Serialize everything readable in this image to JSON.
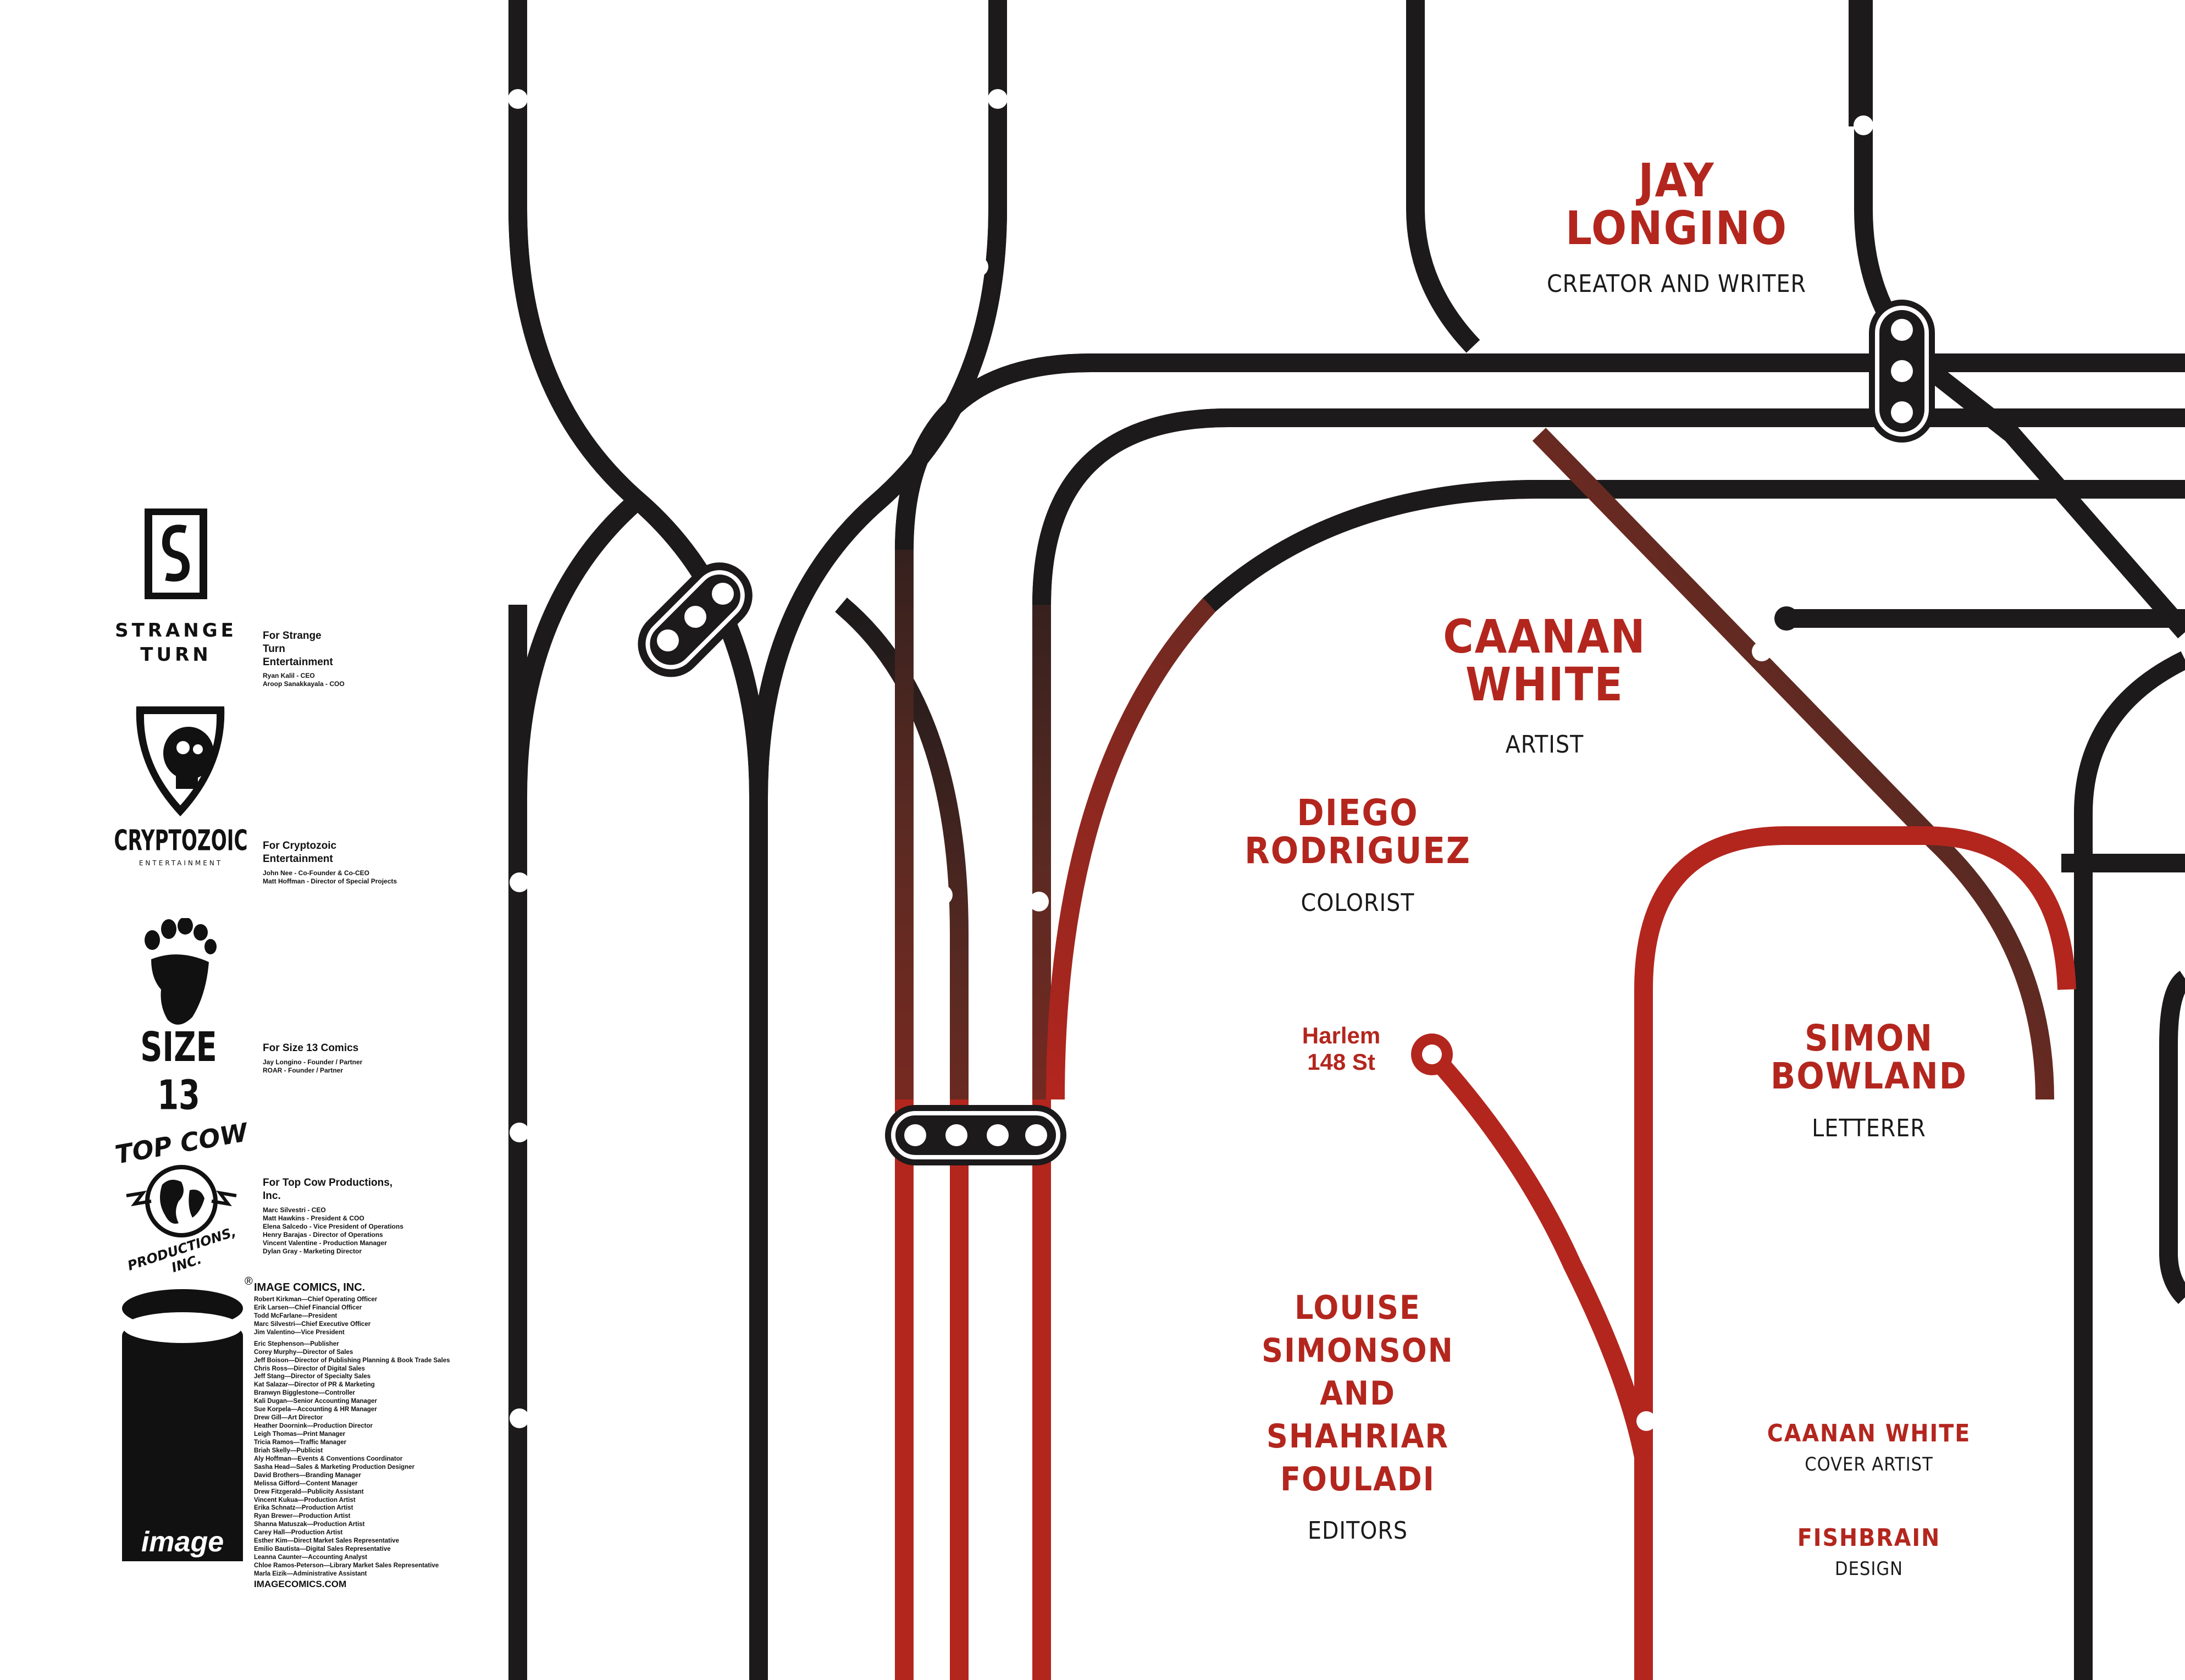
{
  "credits": [
    {
      "name": [
        "JAY",
        "LONGINO"
      ],
      "role": "CREATOR AND WRITER"
    },
    {
      "name": [
        "CAANAN",
        "WHITE"
      ],
      "role": "ARTIST"
    },
    {
      "name": [
        "DIEGO",
        "RODRIGUEZ"
      ],
      "role": "COLORIST"
    },
    {
      "name": [
        "SIMON",
        "BOWLAND"
      ],
      "role": "LETTERER"
    },
    {
      "name": [
        "LOUISE",
        "SIMONSON",
        "AND",
        "SHAHRIAR",
        "FOULADI"
      ],
      "role": "EDITORS"
    },
    {
      "name": [
        "CAANAN WHITE"
      ],
      "role": "COVER ARTIST"
    },
    {
      "name": [
        "FISHBRAIN"
      ],
      "role": "DESIGN"
    }
  ],
  "station": {
    "line1": "Harlem",
    "line2": "148 St"
  },
  "publishers": [
    {
      "logo_text": [
        "STRANGE",
        "TURN"
      ],
      "heading": "For Strange Turn Entertainment",
      "staff": [
        "Ryan Kalil - CEO",
        "Aroop Sanakkayala - COO"
      ]
    },
    {
      "logo_text": [
        "CRYPTOZOIC",
        "ENTERTAINMENT"
      ],
      "heading": "For Cryptozoic Entertainment",
      "staff": [
        "John Nee - Co-Founder & Co-CEO",
        "Matt Hoffman - Director of Special Projects"
      ]
    },
    {
      "logo_text": [
        "SIZE 13"
      ],
      "heading": "For Size 13 Comics",
      "staff": [
        "Jay Longino - Founder / Partner",
        "ROAR - Founder / Partner"
      ]
    },
    {
      "logo_text": [
        "TOP COW",
        "PRODUCTIONS, INC."
      ],
      "heading": "For Top Cow Productions, Inc.",
      "staff": [
        "Marc Silvestri - CEO",
        "Matt Hawkins - President & COO",
        "Elena Salcedo - Vice President of Operations",
        "Henry Barajas - Director of Operations",
        "Vincent Valentine - Production Manager",
        "Dylan Gray - Marketing Director"
      ]
    },
    {
      "logo_text": [
        "image"
      ],
      "heading": "IMAGE COMICS, INC.",
      "staff": [
        "Robert Kirkman—Chief Operating Officer",
        "Erik Larsen—Chief Financial Officer",
        "Todd McFarlane—President",
        "Marc Silvestri—Chief Executive Officer",
        "Jim Valentino—Vice President",
        "",
        "Eric Stephenson—Publisher",
        "Corey Murphy—Director of Sales",
        "Jeff Boison—Director of Publishing Planning & Book Trade Sales",
        "Chris Ross—Director of Digital Sales",
        "Jeff Stang—Director of Specialty Sales",
        "Kat Salazar—Director of PR & Marketing",
        "Branwyn Bigglestone—Controller",
        "Kali Dugan—Senior Accounting Manager",
        "Sue Korpela—Accounting & HR Manager",
        "Drew Gill—Art Director",
        "Heather Doornink—Production Director",
        "Leigh Thomas—Print Manager",
        "Tricia Ramos—Traffic Manager",
        "Briah Skelly—Publicist",
        "Aly Hoffman—Events & Conventions Coordinator",
        "Sasha Head—Sales & Marketing Production Designer",
        "David Brothers—Branding Manager",
        "Melissa Gifford—Content Manager",
        "Drew Fitzgerald—Publicity Assistant",
        "Vincent Kukua—Production Artist",
        "Erika Schnatz—Production Artist",
        "Ryan Brewer—Production Artist",
        "Shanna Matuszak—Production Artist",
        "Carey Hall—Production Artist",
        "Esther Kim—Direct Market Sales Representative",
        "Emilio Bautista—Digital Sales Representative",
        "Leanna Caunter—Accounting Analyst",
        "Chloe Ramos-Peterson—Library Market Sales Representative",
        "Marla Eizik—Administrative Assistant",
        "IMAGECOMICS.COM"
      ]
    }
  ],
  "colors": {
    "track": "#1c1a1b",
    "red": "#b3261e",
    "white": "#ffffff"
  }
}
